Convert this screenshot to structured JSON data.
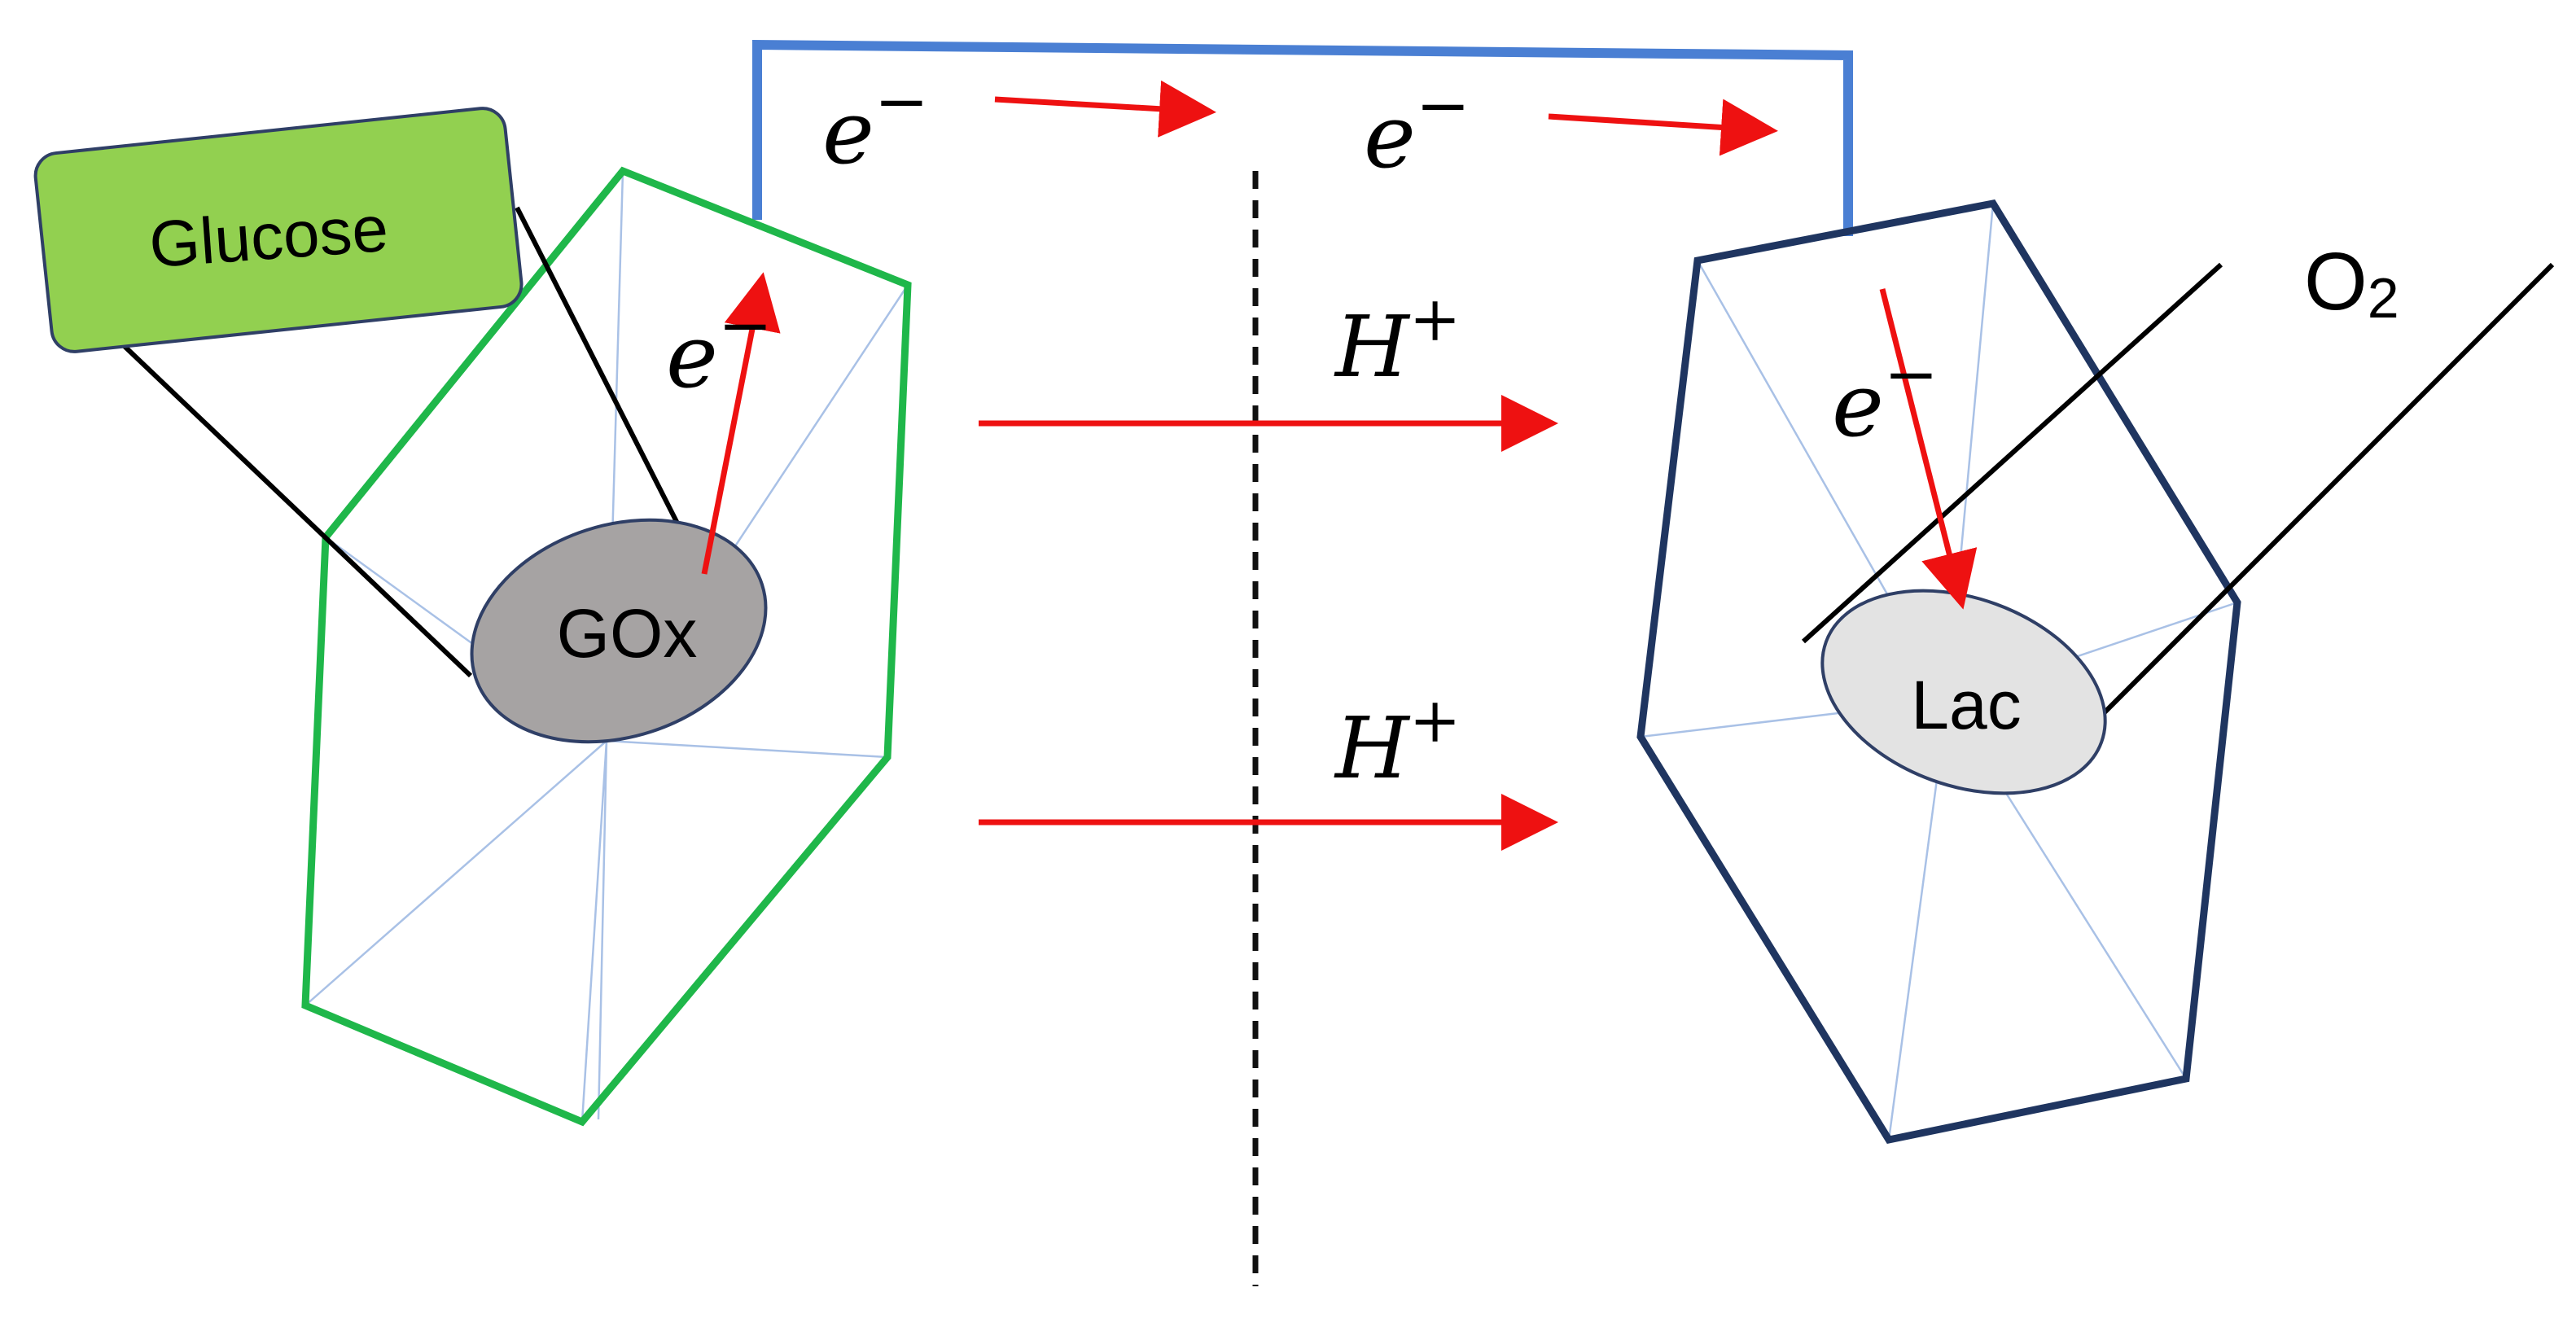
{
  "labels": {
    "glucose": "Glucose",
    "gox": "GOx",
    "lac": "Lac",
    "o2_main": "O",
    "o2_sub": "2",
    "electron": "e",
    "electron_charge": "−",
    "proton": "H",
    "proton_charge": "+"
  },
  "colors": {
    "anode_outline": "#1fb74a",
    "cathode_outline": "#1f3560",
    "wire": "#4a7fd3",
    "arrow": "#ee1111",
    "glucose_fill": "#92d050",
    "gox_fill": "#a6a3a3",
    "lac_fill": "#e3e3e3",
    "inner_lines": "#a9c1e6"
  }
}
